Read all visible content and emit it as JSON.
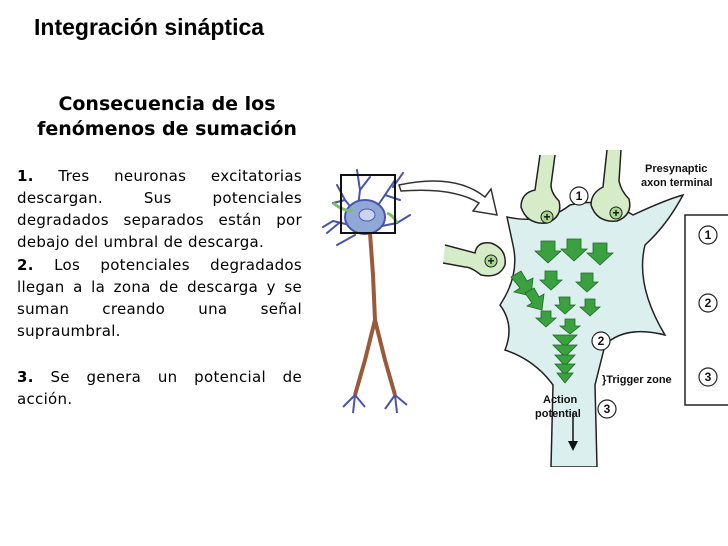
{
  "title": "Integración sináptica",
  "subtitle_line1": "Consecuencia de los",
  "subtitle_line2": "fenómenos de sumación",
  "points": [
    {
      "num": "1.",
      "text": " Tres neuronas excitatorias descargan. Sus potenciales degradados separados están por debajo del umbral de descarga."
    },
    {
      "num": "2.",
      "text": " Los potenciales degradados llegan a la zona de descarga y se suman creando una señal supraumbral."
    },
    {
      "num": "3.",
      "text": " Se genera un potencial de acción."
    }
  ],
  "diagram": {
    "presynaptic_line1": "Presynaptic",
    "presynaptic_line2": "axon terminal",
    "trigger_zone": "}Trigger zone",
    "action_line1": "Action",
    "action_line2": "potential",
    "plus": "+",
    "n1": "1",
    "n2": "2",
    "n3": "3",
    "colors": {
      "terminal": "#d6ecc8",
      "cell": "#dcefef",
      "arrow": "#3aa040",
      "outline": "#222222"
    }
  }
}
